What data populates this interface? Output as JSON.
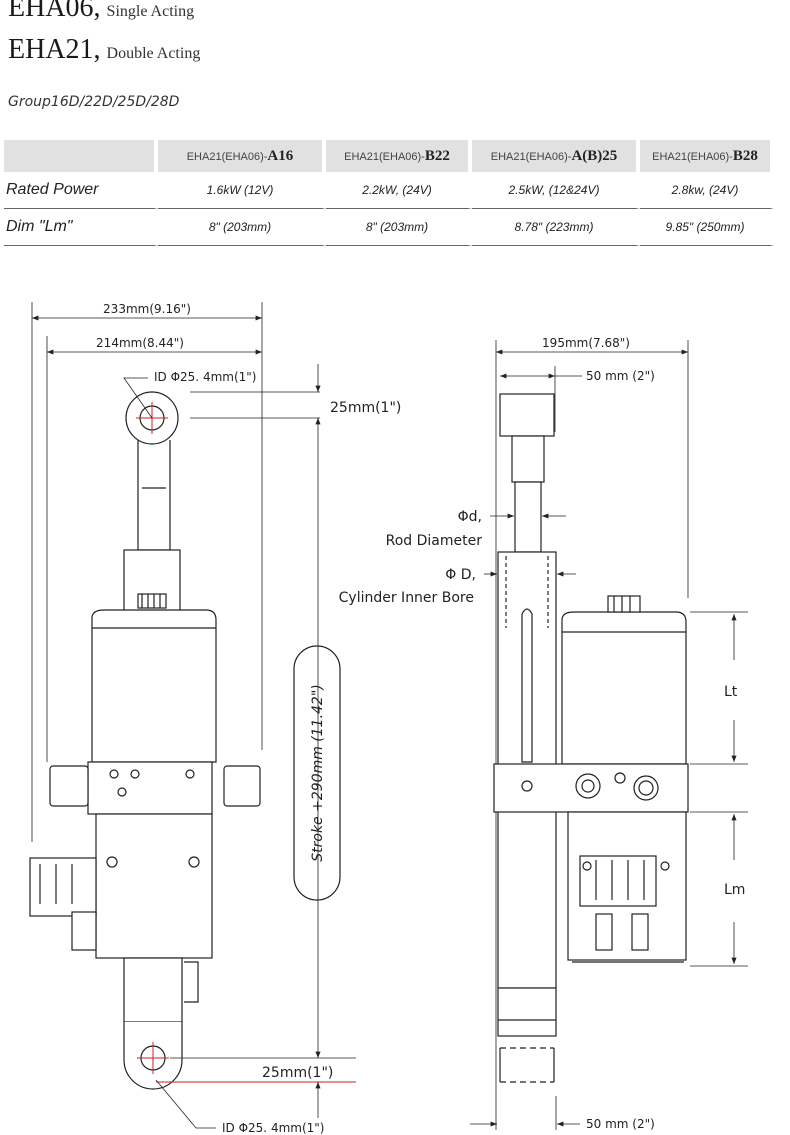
{
  "title": {
    "line1_model": "EHA06,",
    "line1_sub": "Single Acting",
    "line2_model": "EHA21,",
    "line2_sub": "Double Acting"
  },
  "group": "Group16D/22D/25D/28D",
  "table": {
    "columns": [
      {
        "prefix": "EHA21(EHA06)-",
        "suffix": "A16"
      },
      {
        "prefix": "EHA21(EHA06)-",
        "suffix": "B22"
      },
      {
        "prefix": "EHA21(EHA06)-",
        "suffix": "A(B)25"
      },
      {
        "prefix": "EHA21(EHA06)-",
        "suffix": "B28"
      }
    ],
    "rows": [
      {
        "label": "Rated Power",
        "values": [
          "1.6kW (12V)",
          "2.2kW, (24V)",
          "2.5kW, (12&24V)",
          "2.8kw, (24V)"
        ]
      },
      {
        "label": "Dim \"Lm\"",
        "values": [
          "8\"  (203mm)",
          "8\" (203mm)",
          "8.78\" (223mm)",
          "9.85\" (250mm)"
        ]
      }
    ]
  },
  "dims": {
    "w233": "233mm(9.16\")",
    "w214": "214mm(8.44\")",
    "id_top": "ID Φ25. 4mm(1\")",
    "top25": "25mm(1\")",
    "stroke": "Stroke +290mm (11.42\")",
    "bot25": "25mm(1\")",
    "id_bot": "ID Φ25. 4mm(1\")",
    "w195": "195mm(7.68\")",
    "w50_top": "50 mm (2\")",
    "rod_phi": "Φd,",
    "rod_label": "Rod Diameter",
    "bore_phi": "Φ D,",
    "bore_label": "Cylinder Inner Bore",
    "lt": "Lt",
    "lm": "Lm",
    "w50_bot": "50 mm (2\")"
  },
  "colors": {
    "accent_red": "#cc2222",
    "header_gray": "#e1e1e1",
    "line": "#222222"
  }
}
